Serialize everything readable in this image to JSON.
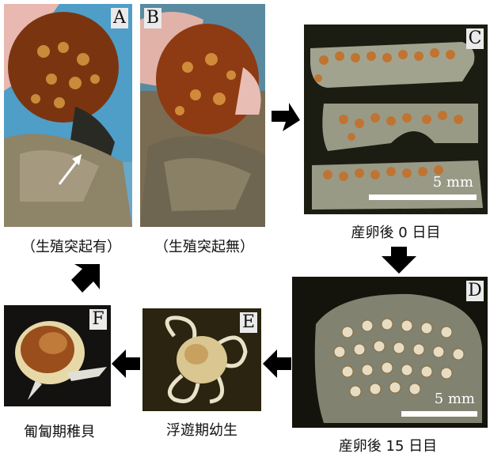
{
  "panels": {
    "a": {
      "letter": "A",
      "caption": "（生殖突起有）"
    },
    "b": {
      "letter": "B",
      "caption": "（生殖突起無）"
    },
    "c": {
      "letter": "C",
      "caption": "産卵後 0 日目",
      "scale": "5 mm"
    },
    "d": {
      "letter": "D",
      "caption": "産卵後 15 日目",
      "scale": "5 mm"
    },
    "e": {
      "letter": "E",
      "caption": "浮遊期幼生"
    },
    "f": {
      "letter": "F",
      "caption": "匍匐期稚貝"
    }
  },
  "colors": {
    "shell": "#8a3a12",
    "egg": "#c97a3a",
    "dark_bg": "#1a1a12",
    "arrow": "#000000"
  }
}
